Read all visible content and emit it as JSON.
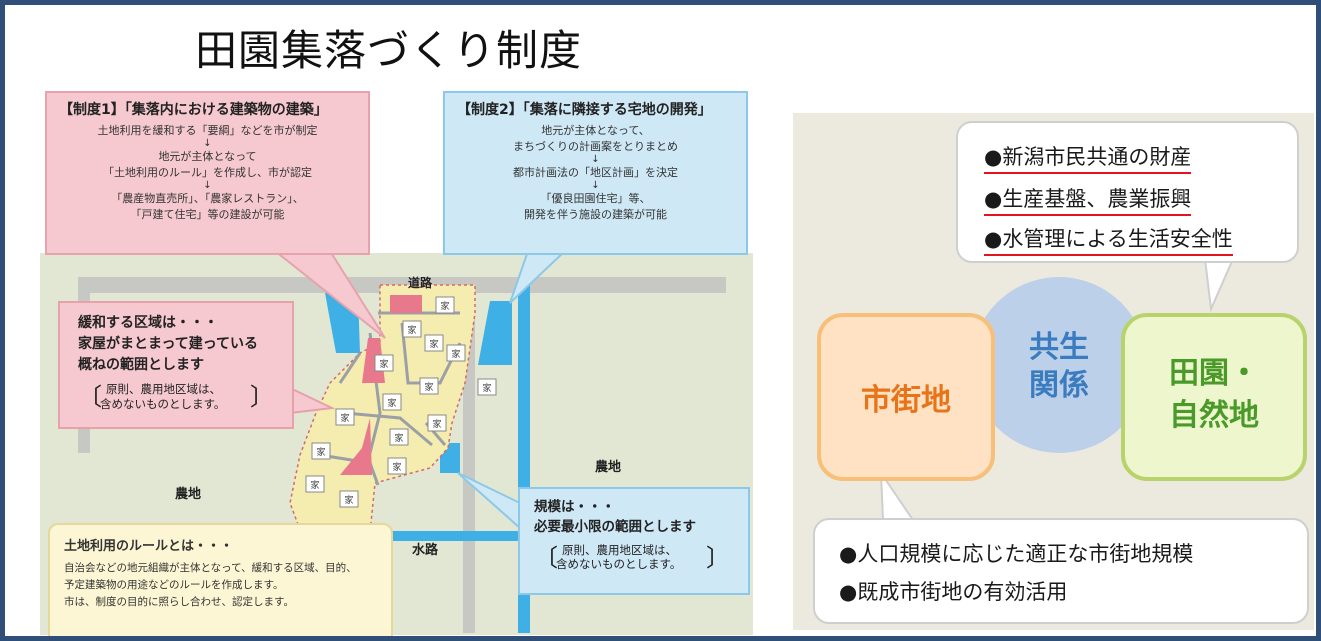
{
  "title": "田園集落づくり制度",
  "map": {
    "box1": {
      "heading": "【制度1】「集落内における建築物の建築」",
      "lines": [
        "土地利用を緩和する「要綱」などを市が制定",
        "↓",
        "地元が主体となって",
        "「土地利用のルール」を作成し、市が認定",
        "↓",
        "「農産物直売所」、「農家レストラン」、",
        "「戸建て住宅」等の建設が可能"
      ]
    },
    "box2": {
      "heading": "【制度2】「集落に隣接する宅地の開発」",
      "lines": [
        "地元が主体となって、",
        "まちづくりの計画案をとりまとめ",
        "↓",
        "都市計画法の「地区計画」を決定",
        "↓",
        "「優良田園住宅」等、",
        "開発を伴う施設の建築が可能"
      ]
    },
    "mitigate": {
      "title_lines": [
        "緩和する区域は・・・",
        "家屋がまとまって建っている",
        "概ねの範囲とします"
      ],
      "note_lines": [
        "原則、農用地区域は、",
        "含めないものとします。"
      ]
    },
    "scale": {
      "title_lines": [
        "規模は・・・",
        "必要最小限の範囲とします"
      ],
      "note_lines": [
        "原則、農用地区域は、",
        "含めないものとします。"
      ]
    },
    "rules": {
      "title": "土地利用のルールとは・・・",
      "lines": [
        "自治会などの地元組織が主体となって、緩和する区域、目的、",
        "予定建築物の用途などのルールを作成します。",
        "市は、制度の目的に照らし合わせ、認定します。"
      ]
    },
    "labels": {
      "road": "道路",
      "farmland_left": "農地",
      "farmland_right": "農地",
      "waterway": "水路",
      "house": "家"
    }
  },
  "right": {
    "top_items": [
      "●新潟市民共通の財産",
      "●生産基盤、農業振興",
      "●水管理による生活安全性"
    ],
    "center": [
      "共生",
      "関係"
    ],
    "city": "市街地",
    "rural": [
      "田園・",
      "自然地"
    ],
    "bottom_items": [
      "●人口規模に応じた適正な市街地規模",
      "●既成市街地の有効活用"
    ]
  },
  "colors": {
    "frame": "#2f4f78",
    "underline": "#e3141d",
    "city_text": "#e8741a",
    "rural_text": "#4a9a2a",
    "center_text": "#3a7cbf"
  }
}
